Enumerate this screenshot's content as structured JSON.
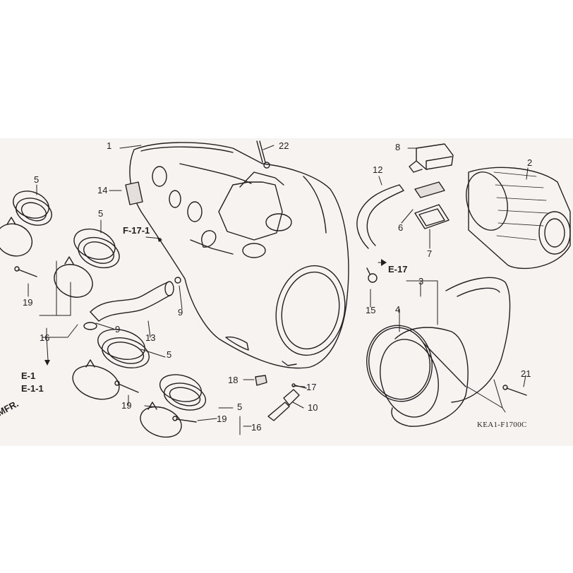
{
  "diagram": {
    "part_callouts": {
      "p1": "1",
      "p2": "2",
      "p3": "3",
      "p4": "4",
      "p5a": "5",
      "p5b": "5",
      "p5c": "5",
      "p5d": "5",
      "p6": "6",
      "p7": "7",
      "p8": "8",
      "p9a": "9",
      "p9b": "9",
      "p10": "10",
      "p12": "12",
      "p13": "13",
      "p14": "14",
      "p15": "15",
      "p16a": "16",
      "p16b": "16",
      "p17": "17",
      "p18": "18",
      "p19a": "19",
      "p19b": "19",
      "p19c": "19",
      "p21": "21",
      "p22": "22"
    },
    "cross_references": {
      "f17_1": "F-17-1",
      "e17": "E-17",
      "e1": "E-1",
      "e1_1": "E-1-1",
      "mfr_fragment": "MFR."
    },
    "drawing_code": "KEA1-F1700C",
    "ink_color": "#231f20",
    "paper_color": "#f6f3f1"
  }
}
